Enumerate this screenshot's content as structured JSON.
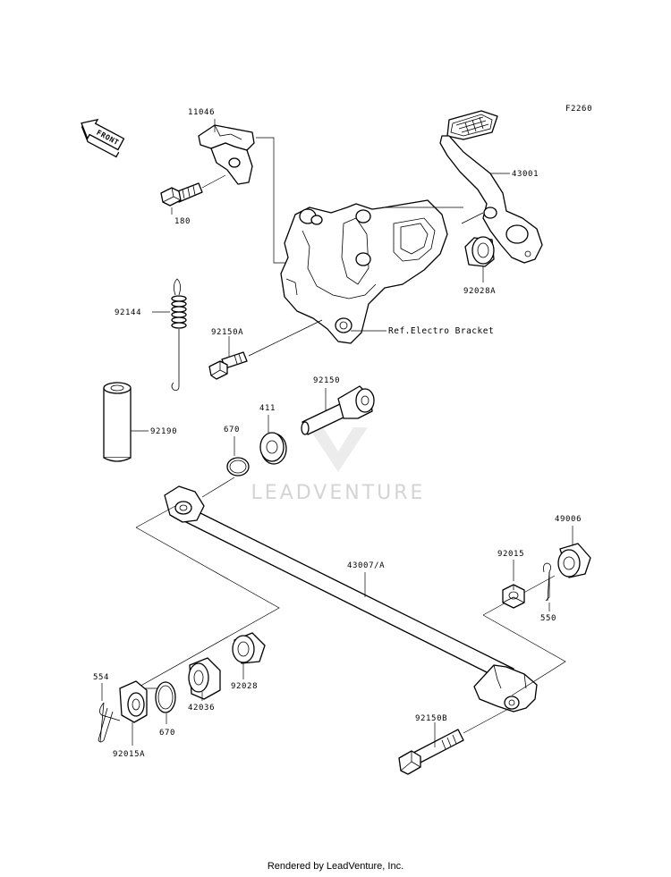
{
  "diagram": {
    "code": "F2260",
    "front_label": "FRONT",
    "reference_note": "Ref.Electro Bracket",
    "watermark": "LEADVENTURE",
    "footer": "Rendered by LeadVenture, Inc.",
    "parts": [
      {
        "id": "11046"
      },
      {
        "id": "180"
      },
      {
        "id": "43001"
      },
      {
        "id": "92028A"
      },
      {
        "id": "92144"
      },
      {
        "id": "92150A"
      },
      {
        "id": "92150"
      },
      {
        "id": "411"
      },
      {
        "id": "670"
      },
      {
        "id": "92190"
      },
      {
        "id": "49006"
      },
      {
        "id": "92015"
      },
      {
        "id": "550"
      },
      {
        "id": "43007/A"
      },
      {
        "id": "92150B"
      },
      {
        "id": "554"
      },
      {
        "id": "92015A"
      },
      {
        "id": "670"
      },
      {
        "id": "42036"
      },
      {
        "id": "92028"
      }
    ]
  }
}
